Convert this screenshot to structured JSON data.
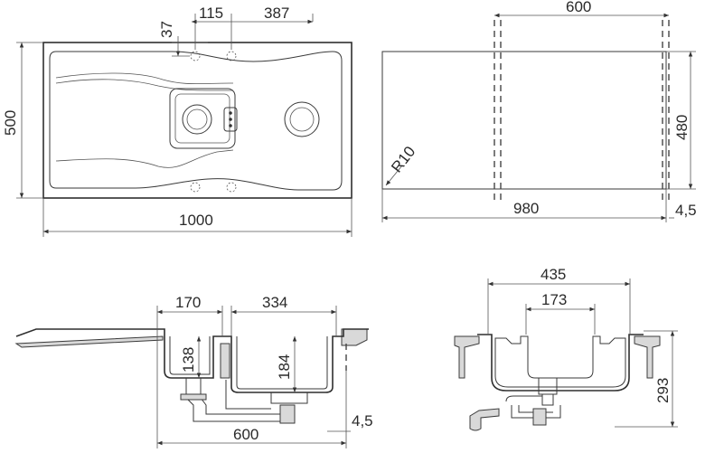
{
  "top_view": {
    "dim_hole_spacing": "115",
    "dim_hole_to_bowl": "387",
    "dim_hole_offset": "37",
    "dim_height": "500",
    "dim_width": "1000"
  },
  "cutout_view": {
    "dim_cabinet": "600",
    "dim_height": "480",
    "dim_radius": "R10",
    "dim_width": "980",
    "dim_margin": "4,5"
  },
  "side_view": {
    "dim_drain_offset": "170",
    "dim_bowl_width": "334",
    "dim_drainer_depth": "138",
    "dim_bowl_depth": "184",
    "dim_cabinet": "600",
    "dim_margin": "4,5"
  },
  "front_view": {
    "dim_width": "435",
    "dim_inner_width": "173",
    "dim_depth": "293"
  }
}
